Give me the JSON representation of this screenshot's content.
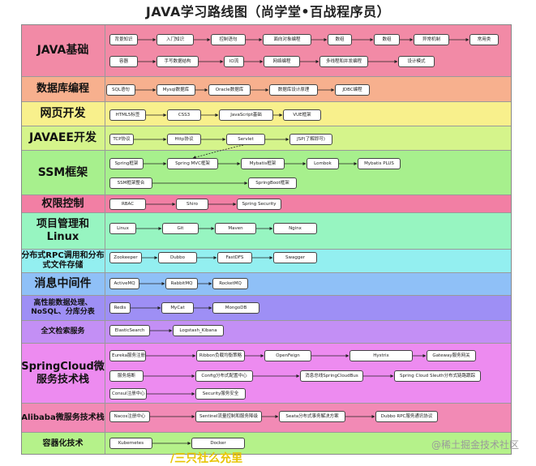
{
  "title": "JAVA学习路线图（尚学堂•百战程序员）",
  "watermark": "@稀土掘金技术社区",
  "bottom_text": "/三只社么充里",
  "rows": [
    {
      "label": "JAVA基础",
      "color": "#f28aa6"
    },
    {
      "label": "数据库编程",
      "color": "#f7b08e"
    },
    {
      "label": "网页开发",
      "color": "#f8f08c"
    },
    {
      "label": "JAVAEE开发",
      "color": "#d5f48b"
    },
    {
      "label": "SSM框架",
      "color": "#a7f08d"
    },
    {
      "label": "权限控制",
      "color": "#f27fa4"
    },
    {
      "label": "项目管理和Linux",
      "color": "#97f5c1"
    },
    {
      "label": "分布式RPC调用和分布式文件存储",
      "color": "#93eff0"
    },
    {
      "label": "消息中间件",
      "color": "#8fc0f7"
    },
    {
      "label": "高性能数据处理、NoSQL、分库分表",
      "color": "#9e8ff5"
    },
    {
      "label": "全文检索服务",
      "color": "#c38ff5"
    },
    {
      "label": "SpringCloud微服务技术栈",
      "color": "#ed8bf0"
    },
    {
      "label": "Alibaba微服务技术栈",
      "color": "#f28ab5"
    },
    {
      "label": "容器化技术",
      "color": "#b5f28a"
    }
  ],
  "nodes": {
    "java": [
      "背景知识",
      "入门知识",
      "控制语句",
      "面向对象编程",
      "数组",
      "数组",
      "异常机制",
      "常用类",
      "容器",
      "手写数据结构",
      "IO流",
      "网络编程",
      "多线程和并发编程",
      "设计模式"
    ],
    "db": [
      "SQL语句",
      "Mysql数据库",
      "Oracle数据库",
      "数据库设计原理",
      "JDBC编程"
    ],
    "web": [
      "HTML5标签",
      "CSS3",
      "JavaScript基础",
      "VUE框架"
    ],
    "javaee": [
      "TCP协议",
      "Http协议",
      "Servlet",
      "JSP(了解即可)"
    ],
    "ssm": [
      "Spring框架",
      "Spring MVC框架",
      "Mybatis框架",
      "Lombok",
      "Mybatis PLUS",
      "SSM框架整合",
      "SpringBoot框架"
    ],
    "auth": [
      "RBAC",
      "Shiro",
      "Spring Security"
    ],
    "linux": [
      "Linux",
      "Git",
      "Maven",
      "Nginx"
    ],
    "rpc": [
      "Zookeeper",
      "Dubbo",
      "FastDFS",
      "Swagger"
    ],
    "mq": [
      "ActiveMQ",
      "RabbitMQ",
      "RocketMQ"
    ],
    "nosql": [
      "Redis",
      "MyCat",
      "MongoDB"
    ],
    "search": [
      "ElasticSearch",
      "Logstash_Kibana"
    ],
    "cloud": [
      "Eureka服务注册",
      "Ribbon负载均衡策略",
      "OpenFeign",
      "Hystrix",
      "Gateway服务网关",
      "服务熔断",
      "Config分布式配置中心",
      "消息总线SpringCloudBus",
      "Spring Cloud Sleuth分布式链路跟踪",
      "Consul注册中心",
      "Security服务安全"
    ],
    "alibaba": [
      "Nacos注册中心",
      "Sentinel流量控制和服务降级",
      "Seata分布式事务解决方案",
      "Dubbo  RPC服务通讯协议"
    ],
    "docker": [
      "Kubernetes",
      "Docker"
    ]
  }
}
